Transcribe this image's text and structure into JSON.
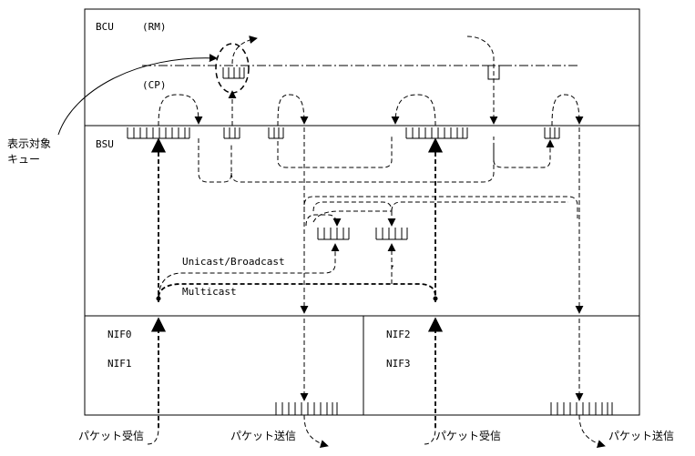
{
  "sections": {
    "bcu": "BCU",
    "rm": "(RM)",
    "cp": "(CP)",
    "bsu": "BSU",
    "nif0": "NIF0",
    "nif1": "NIF1",
    "nif2": "NIF2",
    "nif3": "NIF3"
  },
  "labels": {
    "display_queue_line1": "表示対象",
    "display_queue_line2": "キュー",
    "unicast_broadcast": "Unicast/Broadcast",
    "multicast": "Multicast"
  },
  "io_labels": {
    "receive_left": "パケット受信",
    "send_left": "パケット送信",
    "receive_right": "パケット受信",
    "send_right": "パケット送信"
  }
}
